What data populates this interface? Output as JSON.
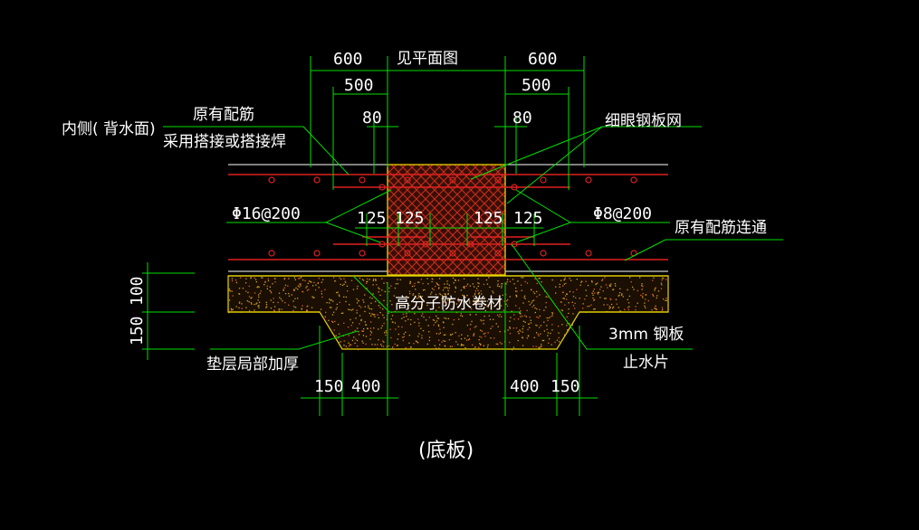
{
  "labels": {
    "see_plan": "见平面图",
    "inner_side": "内侧( 背水面)",
    "orig_rebar": "原有配筋",
    "lap_or_weld": "采用搭接或搭接焊",
    "fine_mesh": "细眼钢板网",
    "rebar_left": "Φ16@200",
    "rebar_right": "Φ8@200",
    "orig_rebar_continuous": "原有配筋连通",
    "polymer_membrane": "高分子防水卷材",
    "steel_plate_1": "3mm 钢板",
    "steel_plate_2": "止水片",
    "cushion_thicken": "垫层局部加厚",
    "caption": "(底板)"
  },
  "dimensions": {
    "top_left_600": "600",
    "top_right_600": "600",
    "left_500": "500",
    "right_500": "500",
    "left_80": "80",
    "right_80": "80",
    "mid_125_a": "125",
    "mid_125_b": "125",
    "mid_125_c": "125",
    "mid_125_d": "125",
    "side_100": "100",
    "side_150": "150",
    "bottom_left_150": "150",
    "bottom_left_400": "400",
    "bottom_right_400": "400",
    "bottom_right_150": "150"
  },
  "colors": {
    "background": "#000000",
    "dimension_line": "#00e000",
    "outline": "#e8d400",
    "rebar": "#e02020",
    "text": "#ffffff",
    "mesh": "#c8301a",
    "cushion_speckle": "#d4a020"
  }
}
